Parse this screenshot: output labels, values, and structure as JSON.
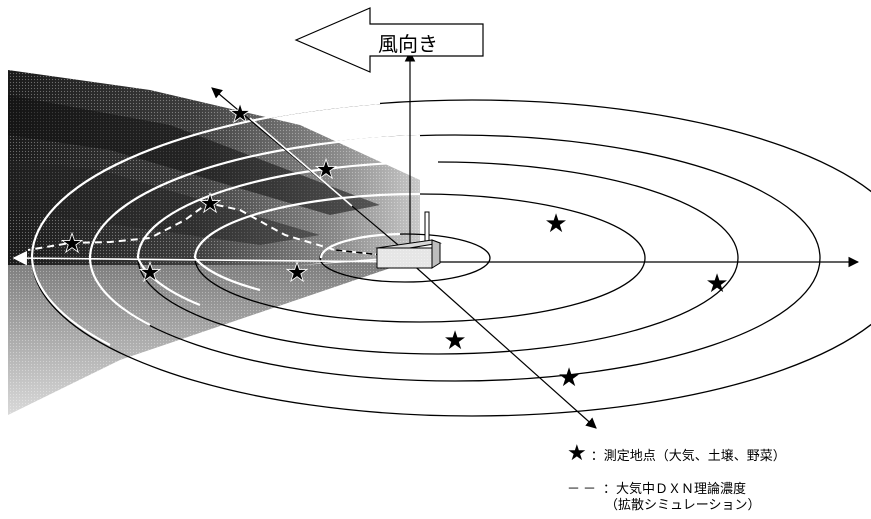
{
  "wind": {
    "label": "風向き"
  },
  "legend": {
    "star_symbol": "★",
    "star_text": "：測定地点（大気、土壌、野菜）",
    "dash_symbol": "－－",
    "dash_text_line1": "：大気中ＤＸＮ理論濃度",
    "dash_text_line2": "（拡散シミュレーション）"
  },
  "colors": {
    "ink": "#000000",
    "plume_dark": "#2a2a2a",
    "plume_light": "#c8c8c8",
    "paper": "#ffffff"
  },
  "icons": {
    "source": "factory-icon",
    "site": "star-icon"
  }
}
